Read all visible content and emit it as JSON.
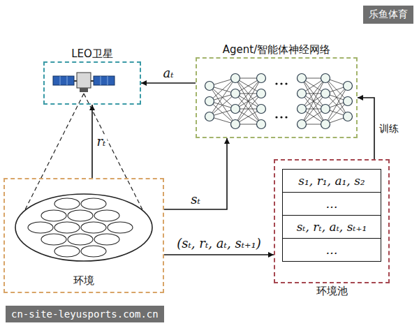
{
  "diagram": {
    "nodes": [
      {
        "text": [
          "LEO卫星"
        ]
      },
      {
        "text": [
          "Agent/智能体神经网络"
        ]
      },
      {
        "text": [
          "环境"
        ]
      },
      {
        "text": [
          "环境池"
        ]
      },
      {
        "text": [
          "s₁, r₁, a₁, s₂"
        ],
        "in": 3
      },
      {
        "text": [
          "…"
        ],
        "in": 3
      },
      {
        "text": [
          "sₜ, rₜ, aₜ, sₜ₊₁"
        ],
        "in": 3
      },
      {
        "text": [
          "…"
        ],
        "in": 3
      }
    ],
    "edges": [
      {
        "from": 1,
        "to": 0,
        "arrow": "to",
        "label": "aₜ"
      },
      {
        "from": 2,
        "to": 0,
        "arrow": "to",
        "label": "rₜ"
      },
      {
        "from": 2,
        "to": 1,
        "arrow": "to",
        "label": "sₜ"
      },
      {
        "from": 2,
        "to": 3,
        "arrow": "to",
        "label": "(sₜ, rₜ, aₜ, sₜ₊₁)"
      },
      {
        "from": 3,
        "to": 1,
        "arrow": "to",
        "label": "训练"
      }
    ],
    "labels": [
      "乐鱼体育",
      "cn-site-leyusports.com.cn"
    ]
  }
}
